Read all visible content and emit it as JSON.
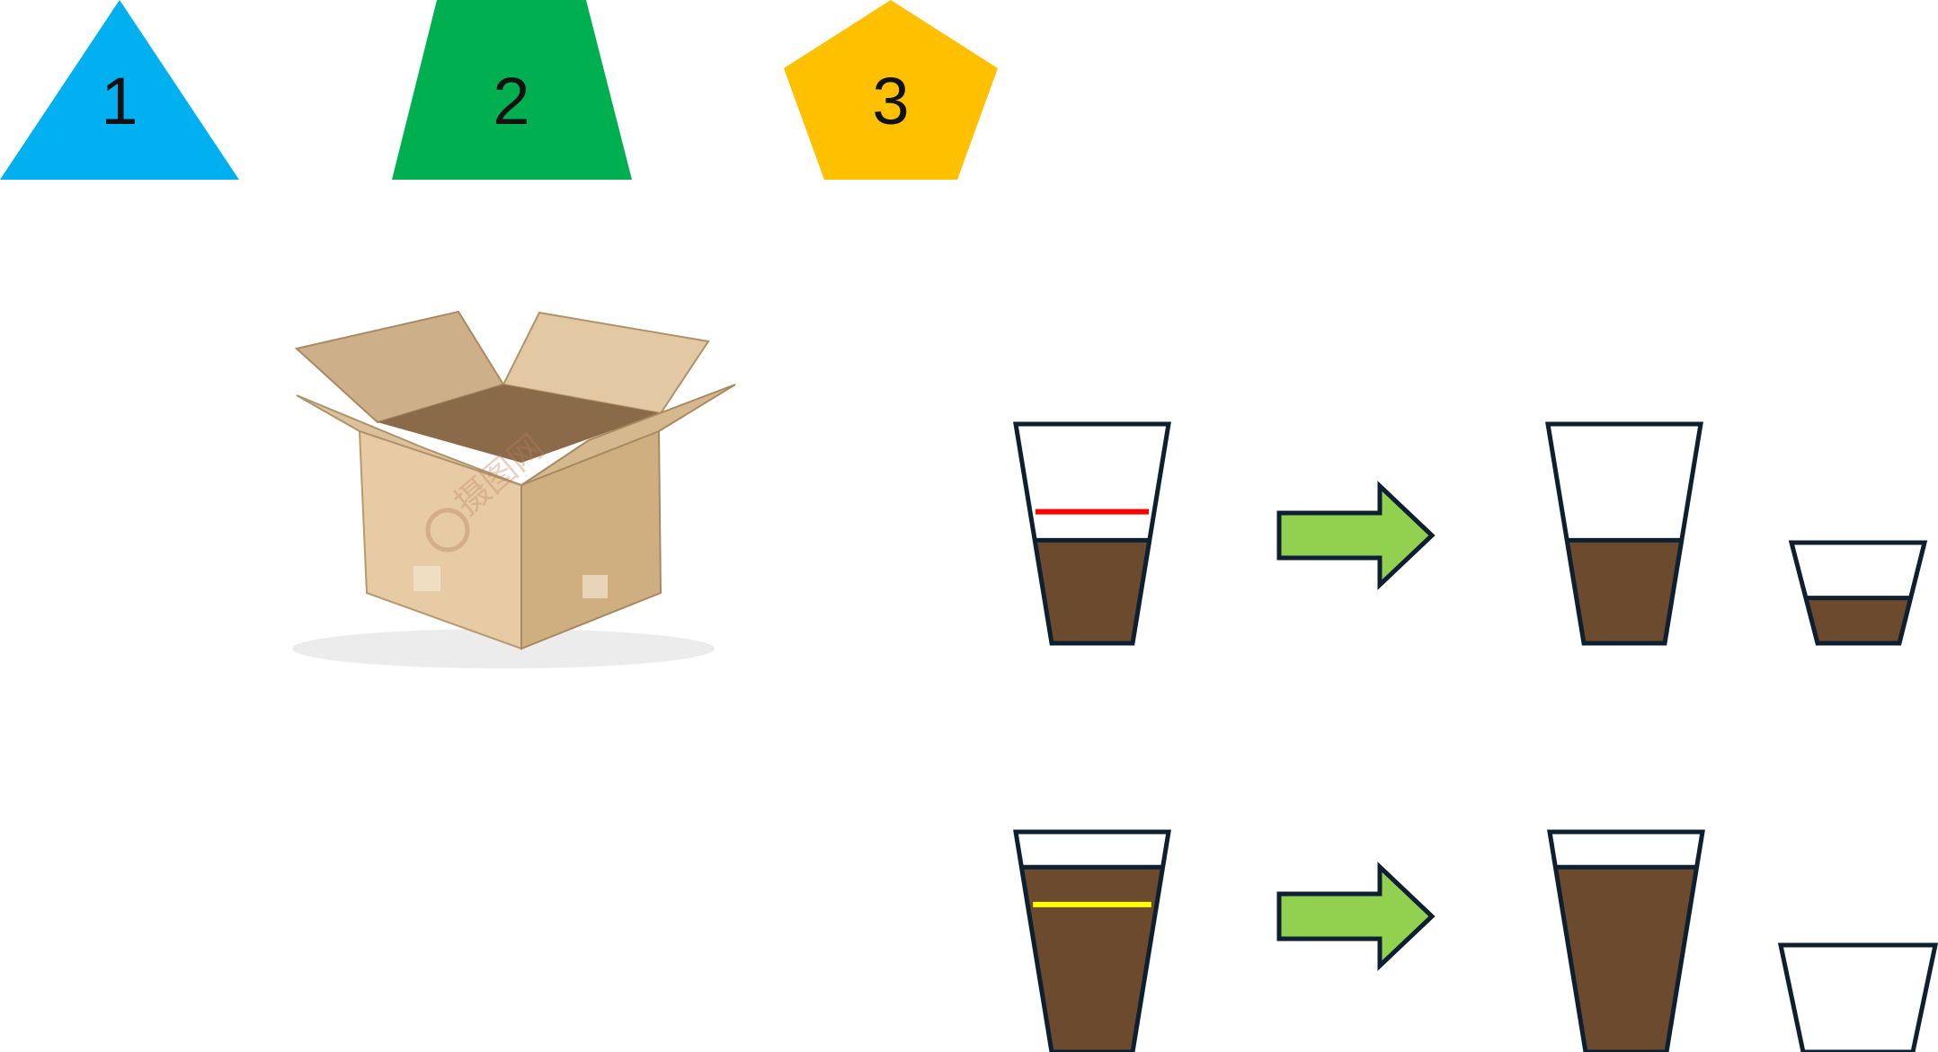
{
  "shapes": [
    {
      "label": "1",
      "kind": "triangle",
      "color": "#00B0F0"
    },
    {
      "label": "2",
      "kind": "trapezoid",
      "color": "#00B050"
    },
    {
      "label": "3",
      "kind": "pentagon",
      "color": "#FFC000"
    }
  ],
  "box_image": {
    "description_icon": "open-cardboard-box-icon",
    "watermark": "摄图网"
  },
  "colors": {
    "cup_outline": "#0E2030",
    "liquid": "#6B4A2E",
    "arrow_fill": "#92D050",
    "marker_red": "#FF0000",
    "marker_yellow": "#FFFF00",
    "cardboard": "#D9B98A"
  },
  "rows": [
    {
      "source_level": 0.47,
      "source_marker": "red",
      "source_marker_level": 0.6,
      "result_big_level": 0.47,
      "result_small_level": 0.45
    },
    {
      "source_level": 0.84,
      "source_marker": "yellow",
      "source_marker_level": 0.67,
      "result_big_level": 0.84,
      "result_small_level": 0.0
    }
  ]
}
